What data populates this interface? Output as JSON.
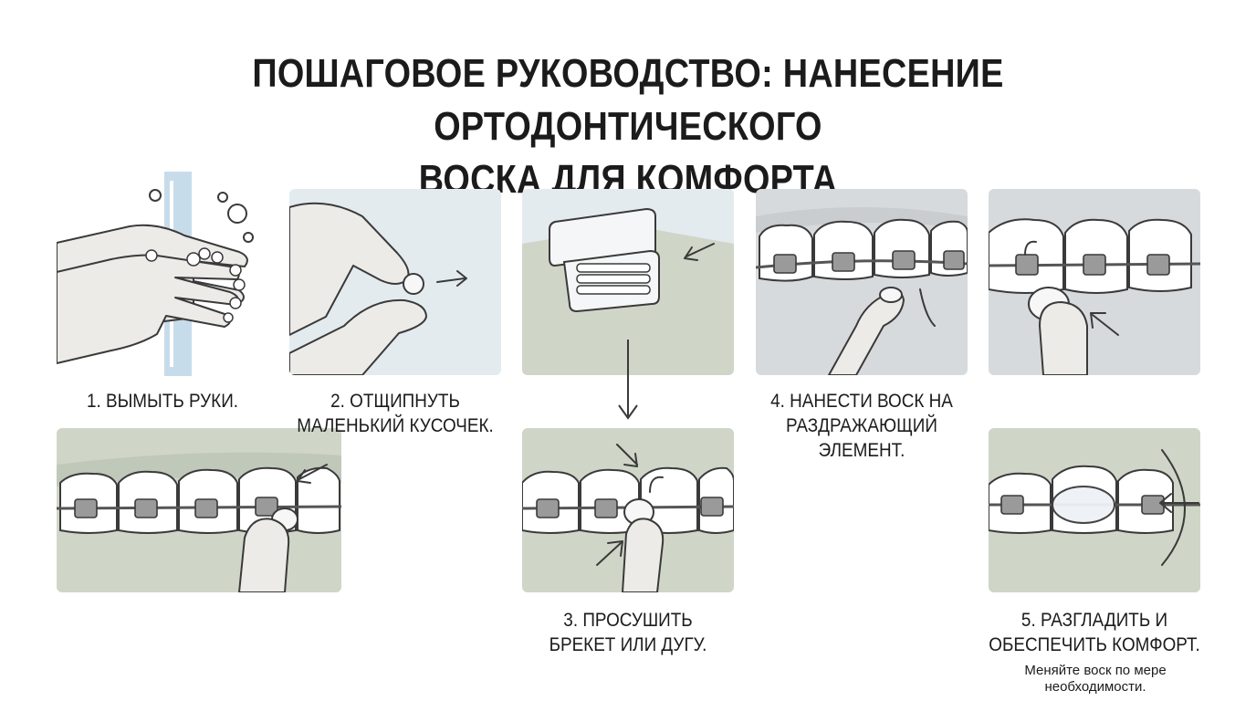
{
  "title": {
    "line1": "ПОШАГОВОЕ РУКОВОДСТВО: НАНЕСЕНИЕ ОРТОДОНТИЧЕСКОГО",
    "line2": "ВОСКА ДЛЯ КОМФОРТА"
  },
  "steps": [
    {
      "line1": "1. ВЫМЫТЬ РУКИ.",
      "line2": ""
    },
    {
      "line1": "2. ОТЩИПНУТЬ",
      "line2": "МАЛЕНЬКИЙ КУСОЧЕК."
    },
    {
      "line1": "3. ПРОСУШИТЬ",
      "line2": "БРЕКЕТ ИЛИ ДУГУ."
    },
    {
      "line1": "4.  НАНЕСТИ ВОСК НА",
      "line2": "РАЗДРАЖАЮЩИЙ",
      "line3": "ЭЛЕМЕНТ."
    },
    {
      "line1": "5. РАЗГЛАДИТЬ И",
      "line2": "ОБЕСПЕЧИТЬ КОМФОРТ."
    }
  ],
  "note": {
    "line1": "Меняйте воск по мере",
    "line2": "необходимости."
  },
  "colors": {
    "panel_blue": "#e4ebef",
    "panel_grey": "#d7dadc",
    "panel_green": "#cfd6c8",
    "water": "#c7dcea"
  }
}
